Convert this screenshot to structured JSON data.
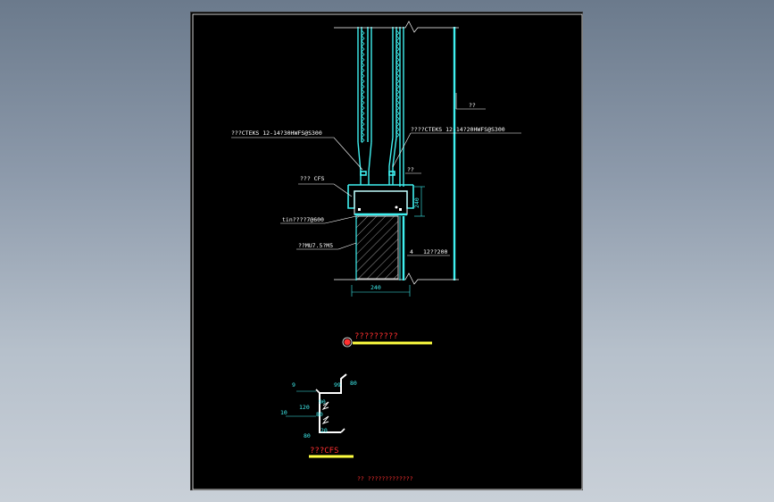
{
  "labels": {
    "stud_left": "???CTEKS  12-14?30HWFS@S300",
    "stud_right": "????CTEKS  12-14?20HWFS@S300",
    "wall_tag": "??",
    "cfs_top": "??? CFS",
    "small_tag": "??",
    "anchor": "tin????7@600",
    "masonry": "??MU7.5?M5",
    "rebar": "12??200",
    "rebar_mark": "4"
  },
  "dimensions": {
    "beam_height": "240",
    "wall_width": "240"
  },
  "section_mark": {
    "title": "?????????"
  },
  "profile": {
    "dims": [
      "9",
      "99",
      "80",
      "90",
      "120",
      "80",
      "10",
      "20",
      "80"
    ],
    "title": "???CFS"
  },
  "footer": {
    "note": "??  ?????????????"
  },
  "colors": {
    "sheet_bg": "#000000",
    "cad_cyan": "#3ff0f0",
    "cad_yellow": "#ffff40",
    "cad_red": "#ff3030",
    "cad_white": "#ffffff"
  }
}
